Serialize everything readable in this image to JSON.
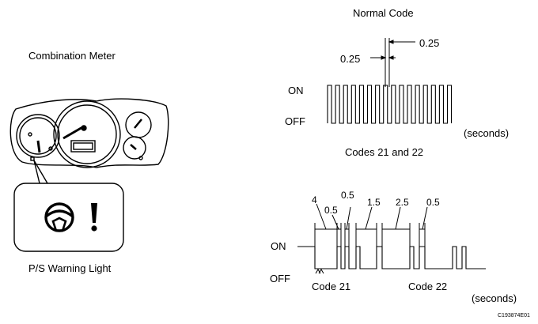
{
  "left": {
    "title": "Combination Meter",
    "callout_label": "P/S Warning Light",
    "icons": [
      "steering-wheel-icon",
      "exclamation-icon"
    ]
  },
  "normal": {
    "title": "Normal Code",
    "on_label": "ON",
    "off_label": "OFF",
    "dim_right": "0.25",
    "dim_left": "0.25",
    "units": "(seconds)"
  },
  "codes": {
    "title": "Codes 21 and 22",
    "on_label": "ON",
    "off_label": "OFF",
    "dim_4": "4",
    "dim_05a": "0.5",
    "dim_05b": "0.5",
    "dim_15": "1.5",
    "dim_25": "2.5",
    "dim_05c": "0.5",
    "code21": "Code 21",
    "code22": "Code 22",
    "units": "(seconds)"
  },
  "figure_id": "C193874E01"
}
